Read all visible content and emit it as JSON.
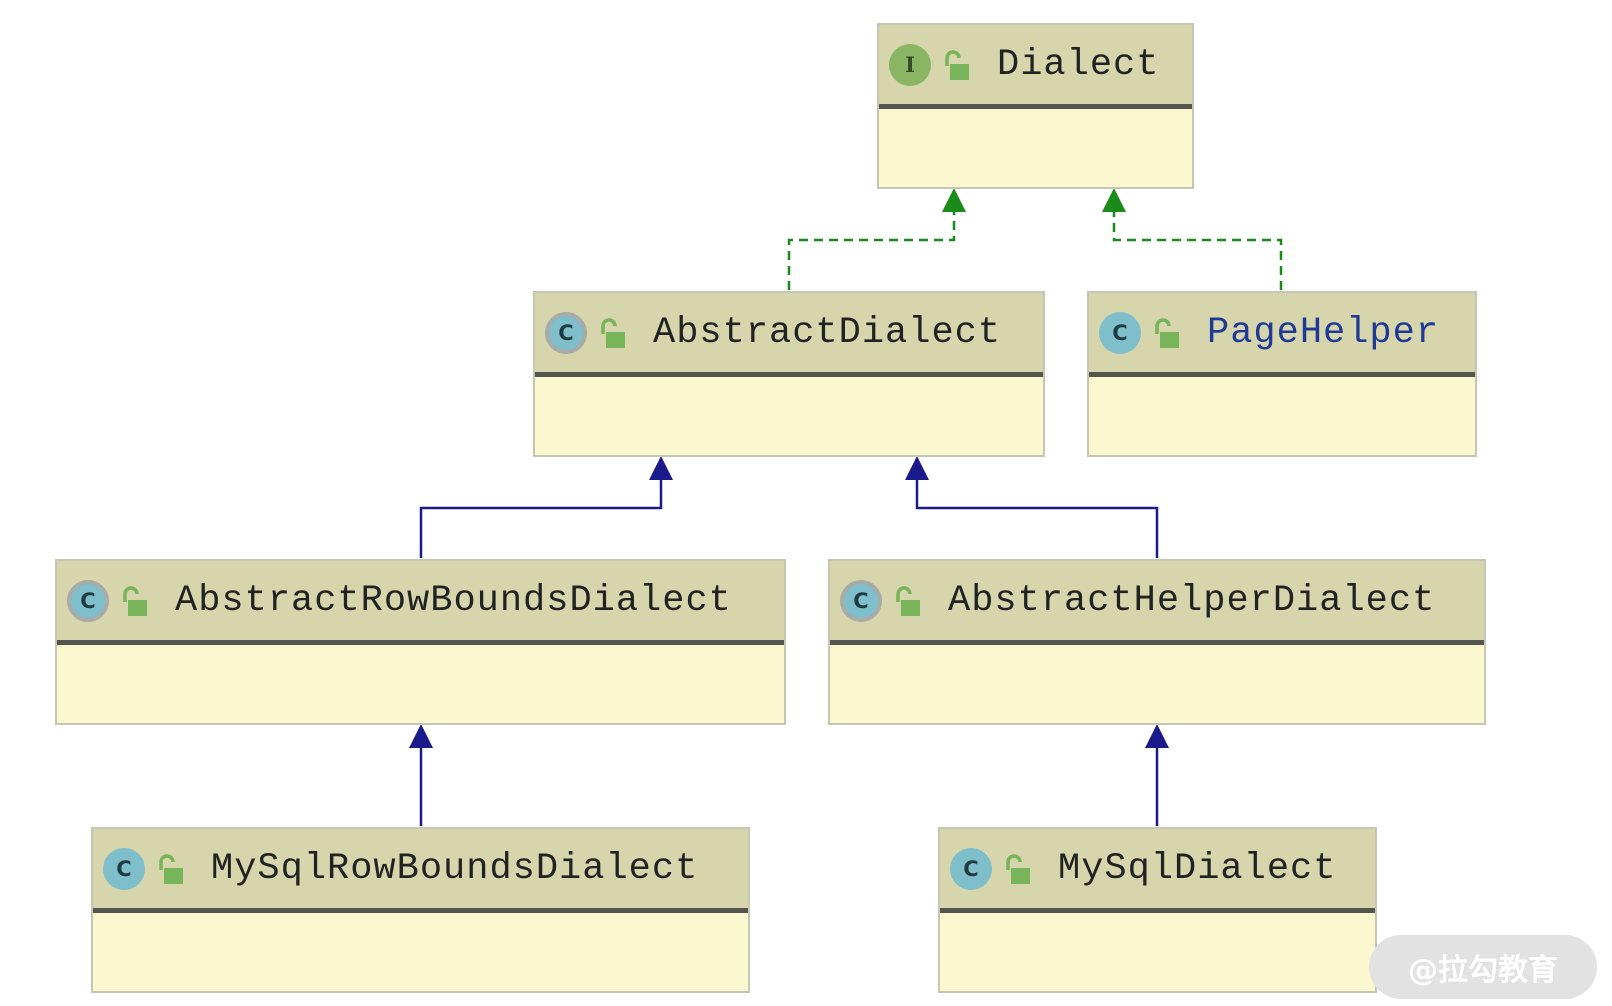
{
  "diagram": {
    "nodes": [
      {
        "id": "dialect",
        "kind": "interface",
        "badge": "I",
        "name": "Dialect"
      },
      {
        "id": "abstract-dialect",
        "kind": "abstract-class",
        "badge": "C",
        "name": "AbstractDialect"
      },
      {
        "id": "page-helper",
        "kind": "class",
        "badge": "C",
        "name": "PageHelper"
      },
      {
        "id": "abstract-row-bounds-dialect",
        "kind": "abstract-class",
        "badge": "C",
        "name": "AbstractRowBoundsDialect"
      },
      {
        "id": "abstract-helper-dialect",
        "kind": "abstract-class",
        "badge": "C",
        "name": "AbstractHelperDialect"
      },
      {
        "id": "mysql-row-bounds-dialect",
        "kind": "class",
        "badge": "C",
        "name": "MySqlRowBoundsDialect"
      },
      {
        "id": "mysql-dialect",
        "kind": "class",
        "badge": "C",
        "name": "MySqlDialect"
      }
    ],
    "edges": [
      {
        "from": "abstract-dialect",
        "to": "dialect",
        "type": "implements"
      },
      {
        "from": "page-helper",
        "to": "dialect",
        "type": "implements"
      },
      {
        "from": "abstract-row-bounds-dialect",
        "to": "abstract-dialect",
        "type": "extends"
      },
      {
        "from": "abstract-helper-dialect",
        "to": "abstract-dialect",
        "type": "extends"
      },
      {
        "from": "mysql-row-bounds-dialect",
        "to": "abstract-row-bounds-dialect",
        "type": "extends"
      },
      {
        "from": "mysql-dialect",
        "to": "abstract-helper-dialect",
        "type": "extends"
      }
    ],
    "colors": {
      "implements": "#1a8a1a",
      "extends": "#1a1a8a",
      "header": "#d6d5ab",
      "body": "#fbf8d0",
      "lock": "#77b45a",
      "link_text": "#1e3a96"
    }
  },
  "watermark": "@拉勾教育"
}
